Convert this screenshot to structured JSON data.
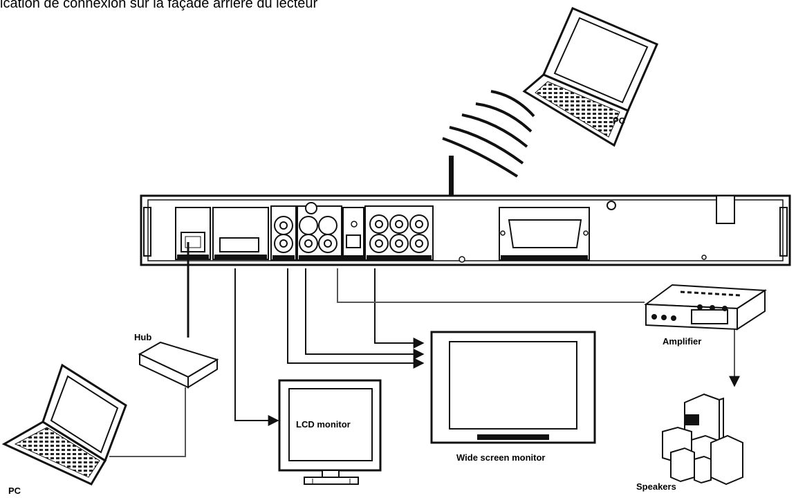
{
  "caption": "ication de connexion sur la façade arrière du lecteur",
  "labels": {
    "pc_wireless": "PC",
    "pc_wired": "PC",
    "hub": "Hub",
    "amplifier": "Amplifier",
    "lcd_monitor": "LCD monitor",
    "wide_screen_monitor": "Wide screen monitor",
    "speakers": "Speakers"
  },
  "colors": {
    "ink": "#000000",
    "cable": "#555555",
    "background": "#ffffff"
  }
}
